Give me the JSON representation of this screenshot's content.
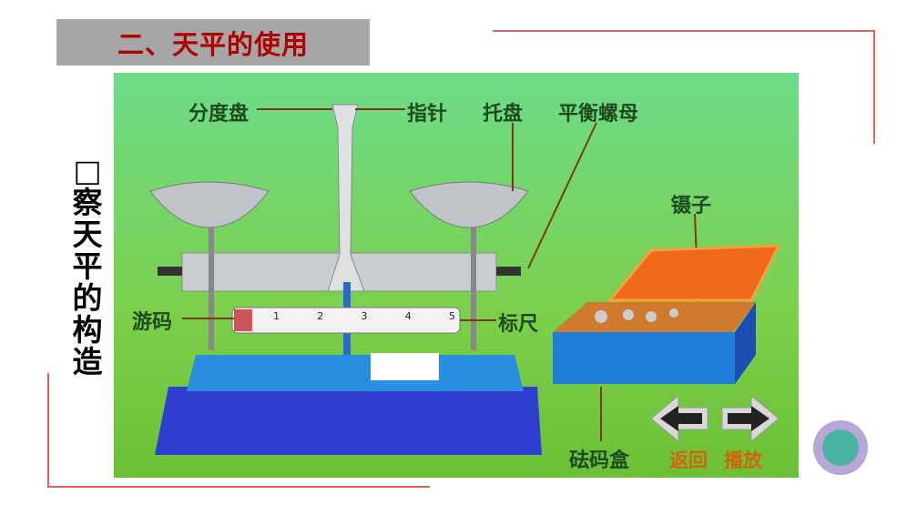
{
  "title": "二、天平的使用",
  "side_heading": [
    "□",
    "察",
    "天",
    "平",
    "的",
    "构",
    "造"
  ],
  "figure": {
    "labels": {
      "dial": "分度盘",
      "pointer": "指针",
      "pan": "托盘",
      "balance_nut": "平衡螺母",
      "tweezers": "镊子",
      "rider": "游码",
      "scale": "标尺",
      "weight_box": "砝码盒"
    },
    "scale_ticks": [
      "1",
      "2",
      "3",
      "4",
      "5"
    ],
    "nav": {
      "back": "返回",
      "play": "播放"
    }
  },
  "colors": {
    "title_text": "#b00000",
    "title_bg": "#a6a6a6",
    "accent_line": "#e06060",
    "figure_bg": "#7ccf4a"
  }
}
